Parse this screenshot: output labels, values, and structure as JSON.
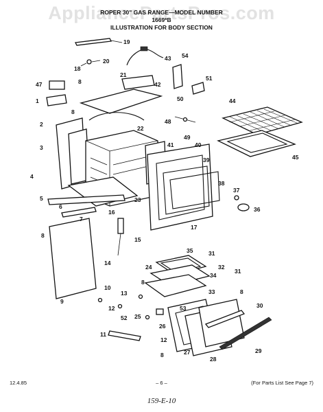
{
  "watermark": "AppliancePartsPros.com",
  "header": {
    "line1": "ROPER 30\" GAS RANGE—MODEL NUMBER",
    "line2": "1669*B",
    "line3": "ILLUSTRATION FOR BODY SECTION"
  },
  "footer": {
    "date": "12.4.85",
    "page": "– 6 –",
    "note": "(For Parts List See Page 7)",
    "signature": "159-E-10"
  },
  "callouts": [
    "19",
    "18",
    "20",
    "43",
    "54",
    "8",
    "47",
    "1",
    "51",
    "21",
    "42",
    "50",
    "8",
    "2",
    "44",
    "48",
    "22",
    "3",
    "49",
    "41",
    "40",
    "4",
    "39",
    "45",
    "38",
    "37",
    "5",
    "23",
    "36",
    "6",
    "7",
    "16",
    "17",
    "15",
    "8",
    "14",
    "35",
    "31",
    "24",
    "32",
    "34",
    "8",
    "31",
    "10",
    "13",
    "33",
    "8",
    "9",
    "12",
    "53",
    "25",
    "26",
    "52",
    "30",
    "11",
    "27",
    "12",
    "29",
    "28",
    "8"
  ]
}
